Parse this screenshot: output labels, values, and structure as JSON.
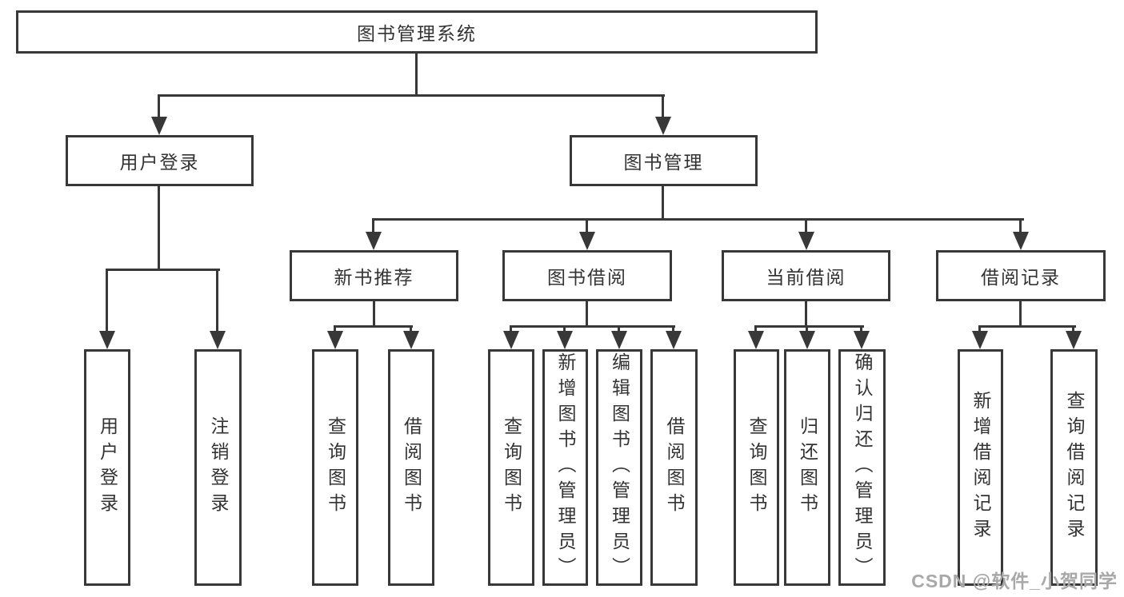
{
  "colors": {
    "line": "#383838",
    "box_border": "#383838",
    "text": "#333333",
    "background": "#ffffff",
    "watermark": "#a8a8a8"
  },
  "watermark": {
    "text": "CSDN @软件_小贺同学"
  },
  "tree": {
    "root": {
      "label": "图书管理系统"
    },
    "branches": [
      {
        "label": "用户登录",
        "children": [
          {
            "label": "用户登录"
          },
          {
            "label": "注销登录"
          }
        ]
      },
      {
        "label": "图书管理",
        "children": [
          {
            "label": "新书推荐",
            "children": [
              {
                "label": "查询图书"
              },
              {
                "label": "借阅图书"
              }
            ]
          },
          {
            "label": "图书借阅",
            "children": [
              {
                "label": "查询图书"
              },
              {
                "label": "新增图书（管理员）"
              },
              {
                "label": "编辑图书（管理员）"
              },
              {
                "label": "借阅图书"
              }
            ]
          },
          {
            "label": "当前借阅",
            "children": [
              {
                "label": "查询图书"
              },
              {
                "label": "归还图书"
              },
              {
                "label": "确认归还（管理员）"
              }
            ]
          },
          {
            "label": "借阅记录",
            "children": [
              {
                "label": "新增借阅记录"
              },
              {
                "label": "查询借阅记录"
              }
            ]
          }
        ]
      }
    ]
  }
}
